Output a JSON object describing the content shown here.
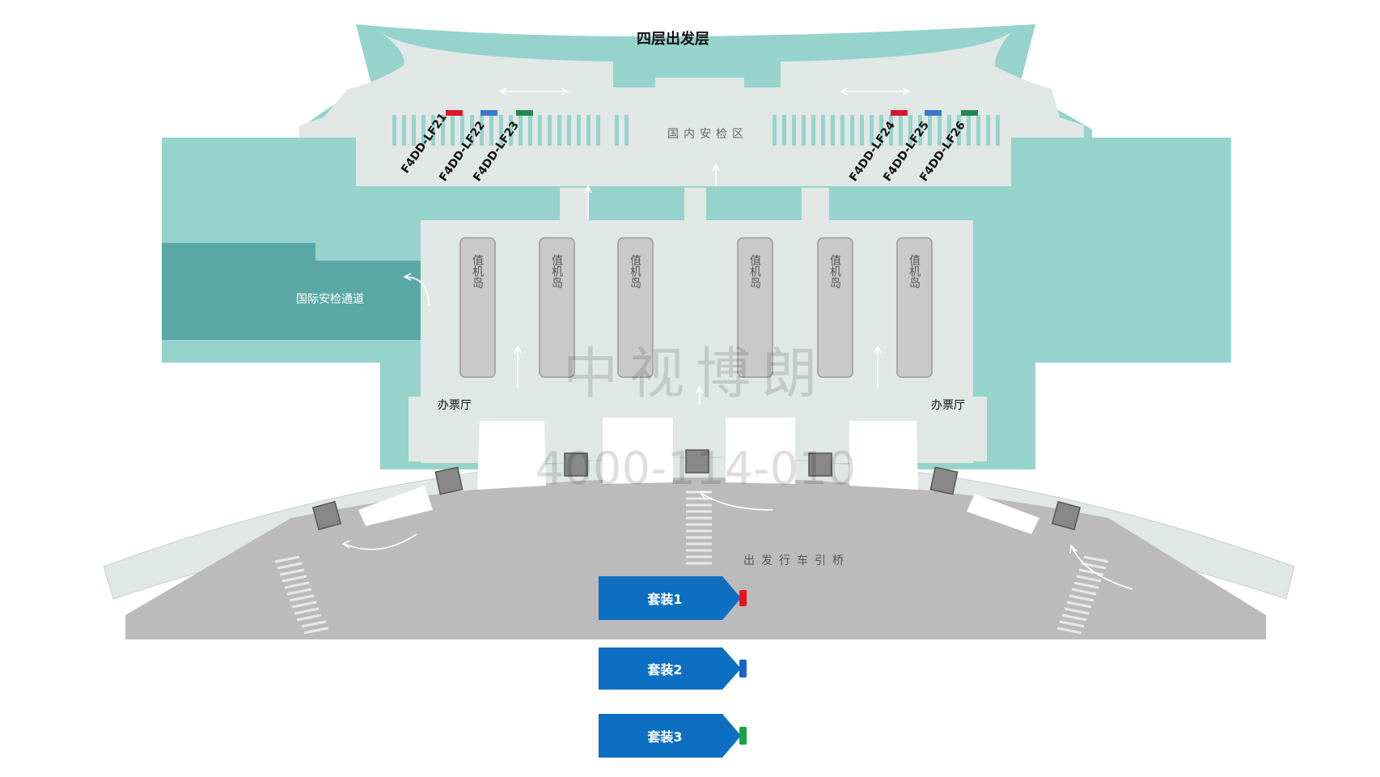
{
  "title": "四层出发层",
  "zones": {
    "domestic_security": "国内安检区",
    "international_security": "国际安检通道",
    "checkin_island": "值机岛",
    "ticket_hall_left": "办票厅",
    "ticket_hall_right": "办票厅",
    "bridge": "出发行车引桥"
  },
  "ad_spots": [
    {
      "id": "F4DD-LF21",
      "color": "#d7182a"
    },
    {
      "id": "F4DD-LF22",
      "color": "#3a78c9"
    },
    {
      "id": "F4DD-LF23",
      "color": "#1e8a4c"
    },
    {
      "id": "F4DD-LF24",
      "color": "#d7182a"
    },
    {
      "id": "F4DD-LF25",
      "color": "#3a78c9"
    },
    {
      "id": "F4DD-LF26",
      "color": "#1e8a4c"
    }
  ],
  "packages": [
    {
      "label": "套装1",
      "color": "#e8141e"
    },
    {
      "label": "套装2",
      "color": "#1565c0"
    },
    {
      "label": "套装3",
      "color": "#16a34a"
    }
  ],
  "watermark": {
    "name": "中视博朗",
    "phone": "4000-114-010"
  },
  "colors": {
    "teal": "#95d3cc",
    "teal_dark": "#5aa8a6",
    "floor": "#e1e7e4",
    "road": "#bbbbbb",
    "island": "#c9c9c9",
    "package_blue": "#0d6fc1"
  }
}
